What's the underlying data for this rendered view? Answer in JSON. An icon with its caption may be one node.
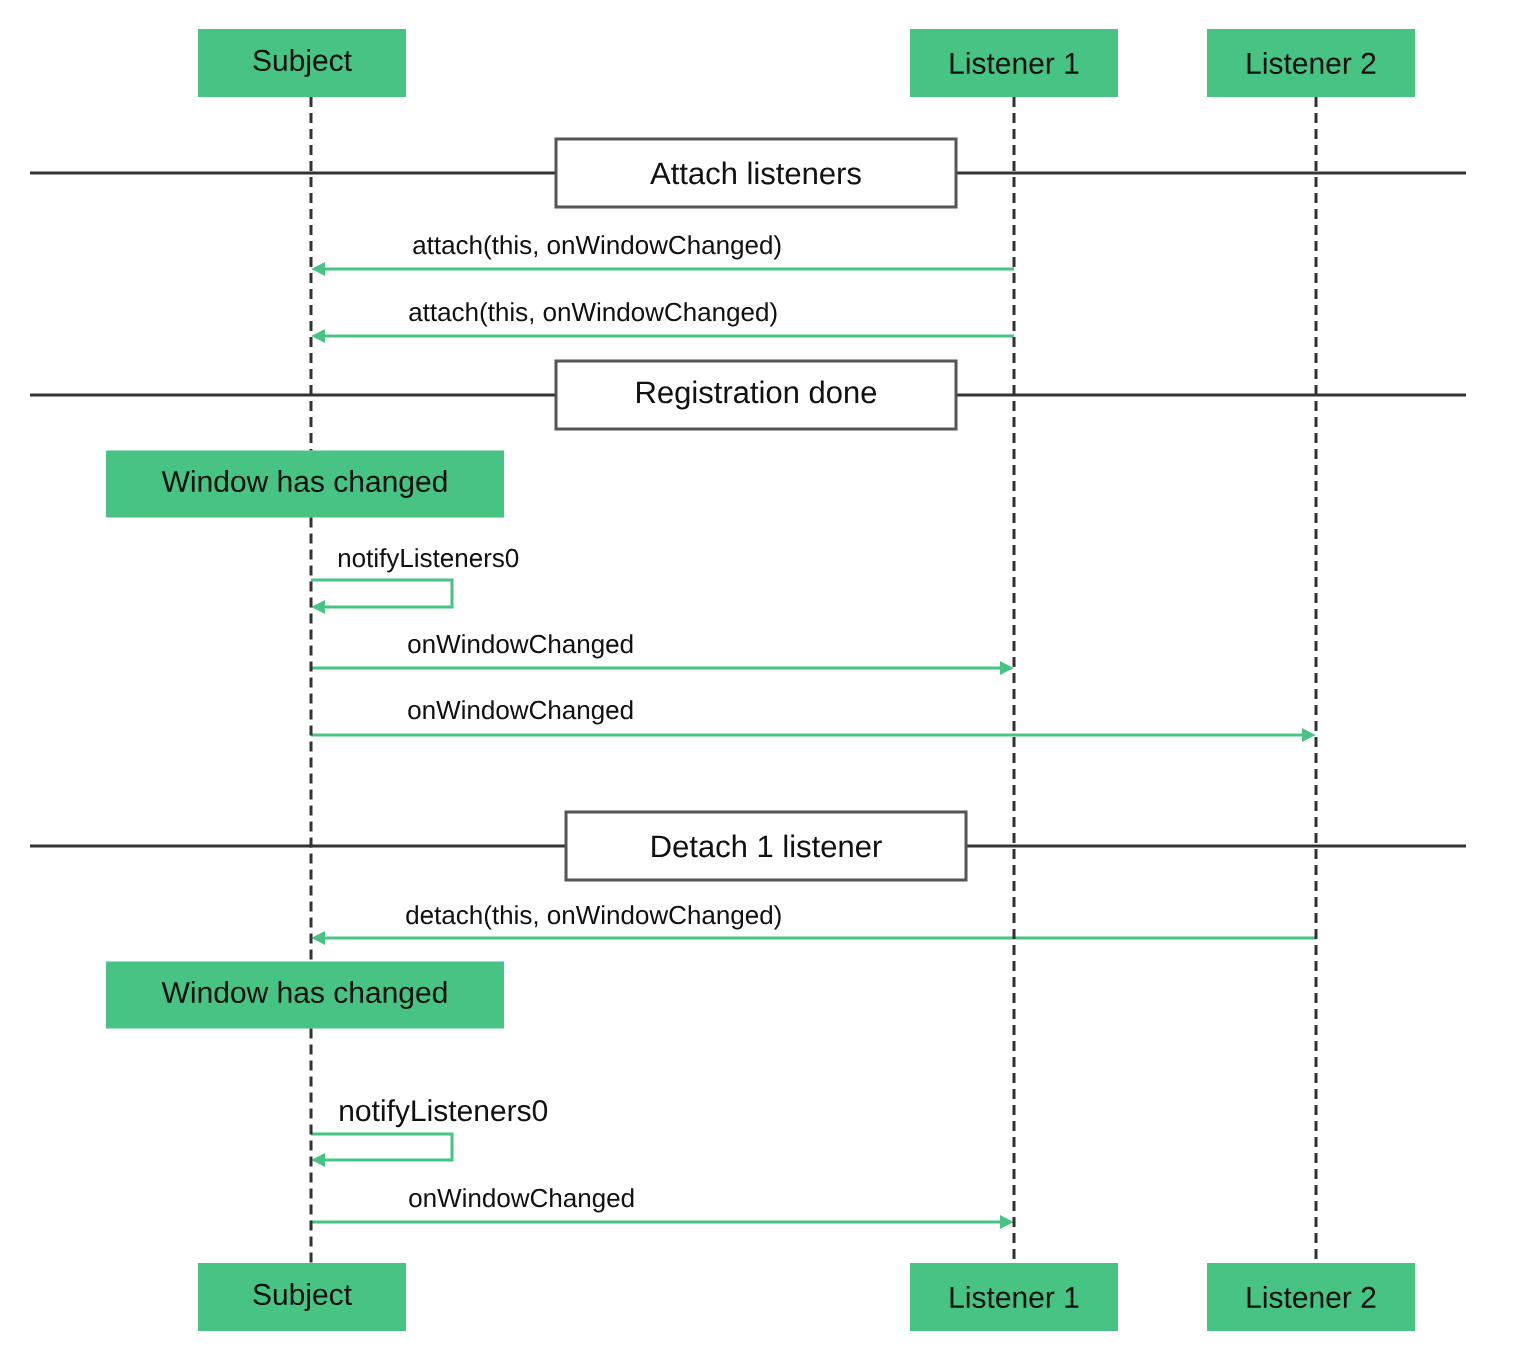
{
  "diagram": {
    "nodes": [
      {
        "text": [
          "Subject"
        ]
      },
      {
        "text": [
          "Listener 1"
        ]
      },
      {
        "text": [
          "Listener 2"
        ]
      },
      {
        "text": [
          "Attach listeners"
        ]
      },
      {
        "text": [
          "Registration done"
        ]
      },
      {
        "text": [
          "Window has changed"
        ]
      },
      {
        "text": [
          "Detach 1 listener"
        ]
      },
      {
        "text": [
          "Window has changed"
        ]
      },
      {
        "text": [
          "Subject"
        ]
      },
      {
        "text": [
          "Listener 1"
        ]
      },
      {
        "text": [
          "Listener 2"
        ]
      },
      {
        "text": [],
        "shape": "line"
      },
      {
        "text": [],
        "shape": "line"
      },
      {
        "text": [],
        "shape": "line"
      }
    ],
    "edges": [
      {
        "from": 12,
        "to": 11,
        "arrow": "to",
        "label": "attach(this, onWindowChanged)"
      },
      {
        "from": 12,
        "to": 11,
        "arrow": "to",
        "label": "attach(this, onWindowChanged)"
      },
      {
        "from": 11,
        "to": 11,
        "arrow": "to",
        "label": "notifyListeners0"
      },
      {
        "from": 11,
        "to": 12,
        "arrow": "to",
        "label": "onWindowChanged"
      },
      {
        "from": 11,
        "to": 13,
        "arrow": "to",
        "label": "onWindowChanged"
      },
      {
        "from": 13,
        "to": 11,
        "arrow": "to",
        "label": "detach(this, onWindowChanged)"
      },
      {
        "from": 11,
        "to": 11,
        "arrow": "to",
        "label": "notifyListeners0"
      },
      {
        "from": 11,
        "to": 12,
        "arrow": "to",
        "label": "onWindowChanged"
      }
    ]
  }
}
